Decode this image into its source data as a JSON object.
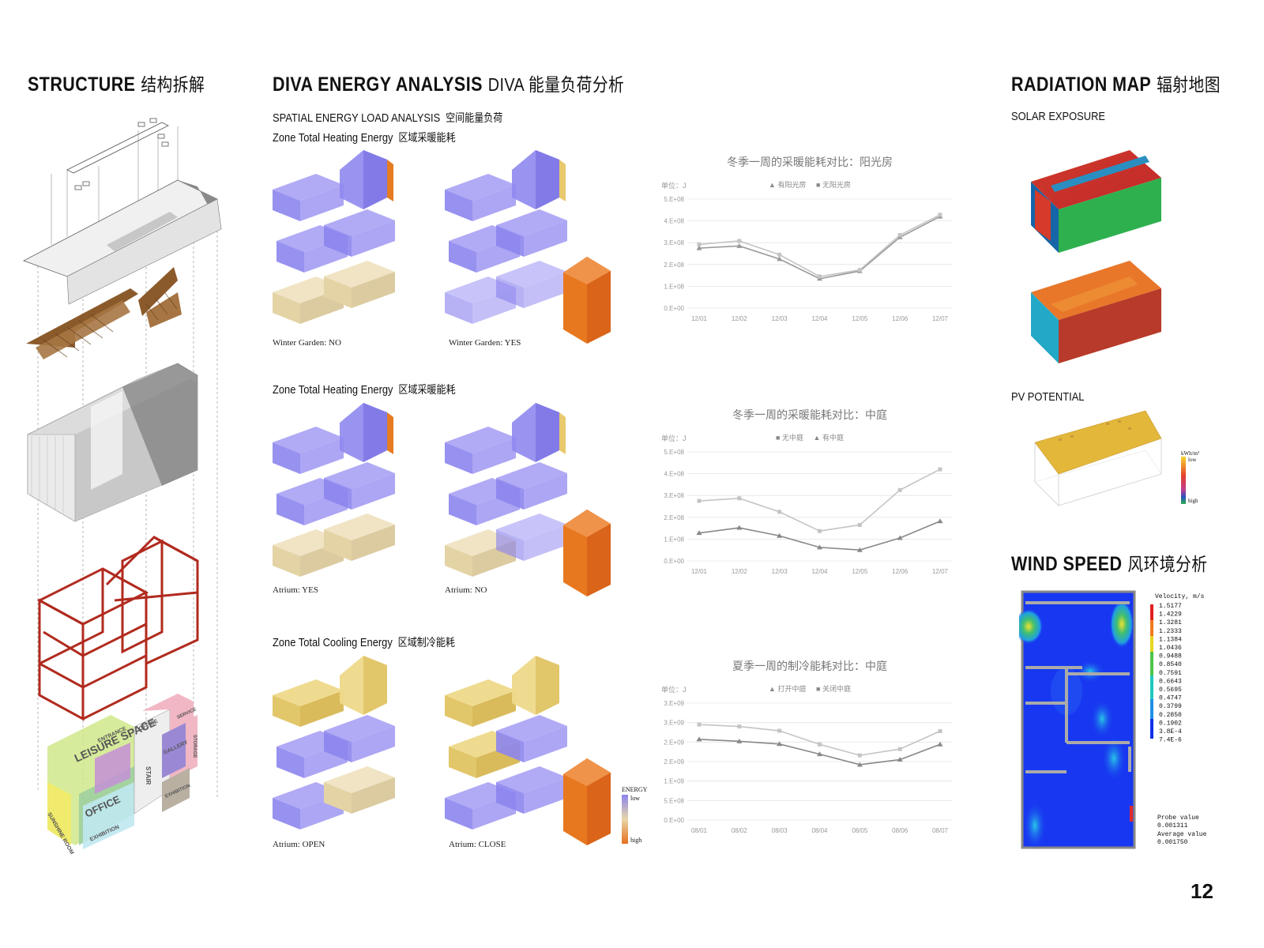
{
  "structure": {
    "title": "STRUCTURE",
    "title_cn": "结构拆解",
    "blocks": [
      "LEISURE SPACE",
      "OFFICE",
      "SUNSHINE ROOM",
      "ENTRANCE",
      "EXHIBITION",
      "OFFICE",
      "GALLERY",
      "STAIR",
      "SERVICE",
      "STORAGE",
      "EXHIBITION"
    ]
  },
  "diva": {
    "title": "DIVA ENERGY ANALYSIS",
    "title_cn": "DIVA 能量负荷分析",
    "spatial": "SPATIAL ENERGY LOAD ANALYSIS",
    "spatial_cn": "空间能量负荷",
    "rows": [
      {
        "label": "Zone Total Heating Energy",
        "label_cn": "区域采暖能耗",
        "cap_left": "Winter Garden: NO",
        "cap_right": "Winter Garden: YES"
      },
      {
        "label": "Zone Total Heating Energy",
        "label_cn": "区域采暖能耗",
        "cap_left": "Atrium: YES",
        "cap_right": "Atrium: NO"
      },
      {
        "label": "Zone Total Cooling Energy",
        "label_cn": "区域制冷能耗",
        "cap_left": "Atrium: OPEN",
        "cap_right": "Atrium: CLOSE"
      }
    ],
    "energy_legend": {
      "title": "ENERGY",
      "low": "low",
      "high": "high"
    }
  },
  "chart_data": [
    {
      "type": "line",
      "title": "冬季一周的采暖能耗对比：阳光房",
      "ylabel": "单位：J",
      "categories": [
        "12/01",
        "12/02",
        "12/03",
        "12/04",
        "12/05",
        "12/06",
        "12/07"
      ],
      "yticks": [
        "0.E+00",
        "1.E+08",
        "2.E+08",
        "3.E+08",
        "4.E+08",
        "5.E+08"
      ],
      "ylim": [
        0,
        500000000
      ],
      "series": [
        {
          "name": "有阳光房",
          "marker": "triangle",
          "color": "#999999",
          "values": [
            275000000,
            285000000,
            225000000,
            135000000,
            170000000,
            325000000,
            420000000
          ]
        },
        {
          "name": "无阳光房",
          "marker": "square",
          "color": "#c4c4c4",
          "values": [
            292000000,
            308000000,
            245000000,
            145000000,
            175000000,
            335000000,
            428000000
          ]
        }
      ]
    },
    {
      "type": "line",
      "title": "冬季一周的采暖能耗对比：中庭",
      "ylabel": "单位：J",
      "categories": [
        "12/01",
        "12/02",
        "12/03",
        "12/04",
        "12/05",
        "12/06",
        "12/07"
      ],
      "yticks": [
        "0.E+00",
        "1.E+08",
        "2.E+08",
        "3.E+08",
        "4.E+08",
        "5.E+08"
      ],
      "ylim": [
        0,
        500000000
      ],
      "series": [
        {
          "name": "无中庭",
          "marker": "square",
          "color": "#c4c4c4",
          "values": [
            275000000,
            287000000,
            225000000,
            137000000,
            165000000,
            325000000,
            420000000
          ]
        },
        {
          "name": "有中庭",
          "marker": "triangle",
          "color": "#888888",
          "values": [
            128000000,
            152000000,
            115000000,
            62000000,
            50000000,
            105000000,
            182000000
          ]
        }
      ]
    },
    {
      "type": "line",
      "title": "夏季一周的制冷能耗对比：中庭",
      "ylabel": "单位：J",
      "categories": [
        "08/01",
        "08/02",
        "08/03",
        "08/04",
        "08/05",
        "08/06",
        "08/07"
      ],
      "yticks": [
        "0.E+00",
        "5.E+08",
        "1.E+09",
        "2.E+09",
        "2.E+09",
        "3.E+09",
        "3.E+09"
      ],
      "ylim": [
        0,
        3000000000
      ],
      "series": [
        {
          "name": "打开中庭",
          "marker": "triangle",
          "color": "#888888",
          "values": [
            2070000000,
            2020000000,
            1950000000,
            1690000000,
            1420000000,
            1550000000,
            1940000000
          ]
        },
        {
          "name": "关闭中庭",
          "marker": "square",
          "color": "#c4c4c4",
          "values": [
            2450000000,
            2400000000,
            2290000000,
            1940000000,
            1660000000,
            1820000000,
            2280000000
          ]
        }
      ]
    }
  ],
  "radiation": {
    "title": "RADIATION MAP",
    "title_cn": "辐射地图",
    "solar": "SOLAR EXPOSURE",
    "pv": "PV POTENTIAL",
    "legend": {
      "unit": "kWh/m²",
      "low": "low",
      "high": "high"
    }
  },
  "wind": {
    "title": "WIND SPEED",
    "title_cn": "风环境分析",
    "velocity_title": "Velocity, m/s",
    "velocity_values": [
      "1.5177",
      "1.4229",
      "1.3281",
      "1.2333",
      "1.1384",
      "1.0436",
      "0.9488",
      "0.8540",
      "0.7591",
      "0.6643",
      "0.5695",
      "0.4747",
      "0.3799",
      "0.2850",
      "0.1902",
      "3.8E-4",
      "7.4E-6"
    ],
    "probe_label": "Probe value",
    "probe_value": "0.001311",
    "average_label": "Average value",
    "average_value": "0.001750"
  },
  "page_number": "12",
  "colors": {
    "energy_low": "#8c85ee",
    "energy_mid": "#e8d6a8",
    "energy_high": "#e66f1f",
    "frame_red": "#b12a1e"
  }
}
